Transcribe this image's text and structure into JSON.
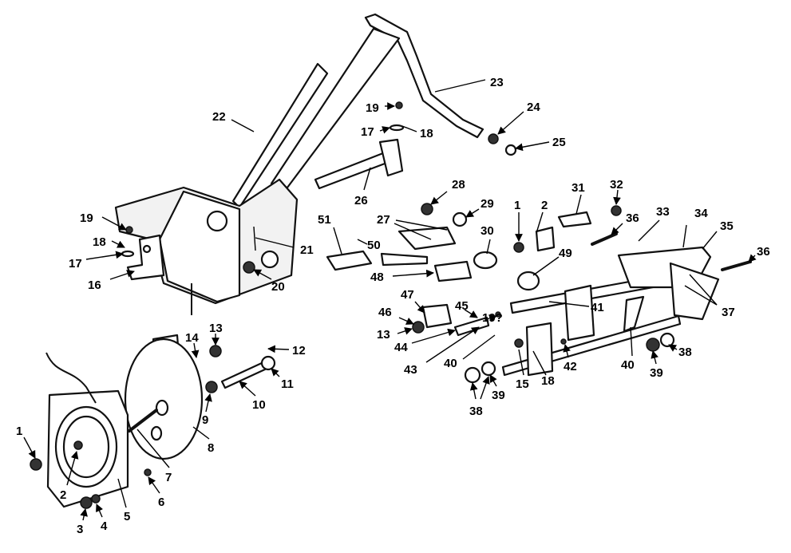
{
  "callouts": [
    {
      "id": "c1a",
      "text": "1"
    },
    {
      "id": "c2a",
      "text": "2"
    },
    {
      "id": "c3",
      "text": "3"
    },
    {
      "id": "c4",
      "text": "4"
    },
    {
      "id": "c5",
      "text": "5"
    },
    {
      "id": "c6",
      "text": "6"
    },
    {
      "id": "c7",
      "text": "7"
    },
    {
      "id": "c8",
      "text": "8"
    },
    {
      "id": "c9",
      "text": "9"
    },
    {
      "id": "c10",
      "text": "10"
    },
    {
      "id": "c11",
      "text": "11"
    },
    {
      "id": "c12",
      "text": "12"
    },
    {
      "id": "c13a",
      "text": "13"
    },
    {
      "id": "c14",
      "text": "14"
    },
    {
      "id": "c16",
      "text": "16"
    },
    {
      "id": "c17a",
      "text": "17"
    },
    {
      "id": "c18a",
      "text": "18"
    },
    {
      "id": "c19a",
      "text": "19"
    },
    {
      "id": "c20",
      "text": "20"
    },
    {
      "id": "c21",
      "text": "21"
    },
    {
      "id": "c22",
      "text": "22"
    },
    {
      "id": "c23",
      "text": "23"
    },
    {
      "id": "c24",
      "text": "24"
    },
    {
      "id": "c25",
      "text": "25"
    },
    {
      "id": "c19b",
      "text": "19"
    },
    {
      "id": "c17b",
      "text": "17"
    },
    {
      "id": "c18b",
      "text": "18"
    },
    {
      "id": "c26",
      "text": "26"
    },
    {
      "id": "c27",
      "text": "27"
    },
    {
      "id": "c28",
      "text": "28"
    },
    {
      "id": "c29",
      "text": "29"
    },
    {
      "id": "c1b",
      "text": "1"
    },
    {
      "id": "c2b",
      "text": "2"
    },
    {
      "id": "c31",
      "text": "31"
    },
    {
      "id": "c32",
      "text": "32"
    },
    {
      "id": "c33",
      "text": "33"
    },
    {
      "id": "c34",
      "text": "34"
    },
    {
      "id": "c35",
      "text": "35"
    },
    {
      "id": "c36a",
      "text": "36"
    },
    {
      "id": "c36b",
      "text": "36"
    },
    {
      "id": "c51",
      "text": "51"
    },
    {
      "id": "c50",
      "text": "50"
    },
    {
      "id": "c30",
      "text": "30"
    },
    {
      "id": "c49",
      "text": "49"
    },
    {
      "id": "c48",
      "text": "48"
    },
    {
      "id": "c47",
      "text": "47"
    },
    {
      "id": "c46",
      "text": "46"
    },
    {
      "id": "c13b",
      "text": "13"
    },
    {
      "id": "c45",
      "text": "45"
    },
    {
      "id": "c19q",
      "text": "19?"
    },
    {
      "id": "c41",
      "text": "41"
    },
    {
      "id": "c37",
      "text": "37"
    },
    {
      "id": "c44",
      "text": "44"
    },
    {
      "id": "c43",
      "text": "43"
    },
    {
      "id": "c40a",
      "text": "40"
    },
    {
      "id": "c40b",
      "text": "40"
    },
    {
      "id": "c15",
      "text": "15"
    },
    {
      "id": "c18c",
      "text": "18"
    },
    {
      "id": "c42",
      "text": "42"
    },
    {
      "id": "c38a",
      "text": "38"
    },
    {
      "id": "c38b",
      "text": "38"
    },
    {
      "id": "c39a",
      "text": "39"
    },
    {
      "id": "c39b",
      "text": "39"
    }
  ]
}
